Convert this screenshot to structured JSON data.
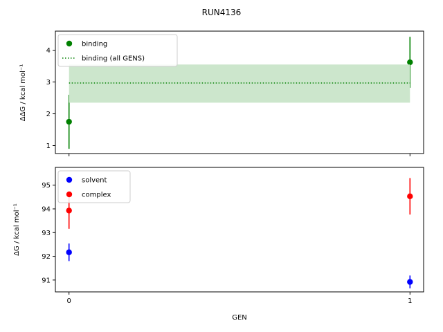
{
  "chart_data": [
    {
      "type": "scatter",
      "title": "RUN4136",
      "xlabel": "",
      "ylabel": "ΔΔG / kcal mol⁻¹",
      "x": [
        0,
        1
      ],
      "xlim": [
        -0.04,
        1.04
      ],
      "ylim": [
        0.75,
        4.6
      ],
      "yticks": [
        1,
        2,
        3,
        4
      ],
      "grid": false,
      "legend_position": "top-left",
      "series": [
        {
          "name": "binding",
          "kind": "points",
          "color": "#008000",
          "values": [
            1.75,
            3.62
          ],
          "errors": [
            0.85,
            0.8
          ]
        },
        {
          "name": "binding (all GENS)",
          "kind": "hline",
          "color": "#008000",
          "band_color": "#cce6cc",
          "value": 2.97,
          "band": [
            2.35,
            3.55
          ],
          "x_range": [
            0,
            1
          ]
        }
      ]
    },
    {
      "type": "scatter",
      "title": "",
      "xlabel": "GEN",
      "ylabel": "ΔG / kcal mol⁻¹",
      "x": [
        0,
        1
      ],
      "xlim": [
        -0.04,
        1.04
      ],
      "ylim": [
        90.5,
        95.75
      ],
      "xticks": [
        0,
        1
      ],
      "yticks": [
        91,
        92,
        93,
        94,
        95
      ],
      "grid": false,
      "legend_position": "top-left",
      "series": [
        {
          "name": "solvent",
          "kind": "points",
          "color": "#0000ff",
          "values": [
            92.17,
            90.92
          ],
          "errors": [
            0.37,
            0.27
          ]
        },
        {
          "name": "complex",
          "kind": "points",
          "color": "#ff0000",
          "values": [
            93.93,
            94.53
          ],
          "errors": [
            0.77,
            0.77
          ]
        }
      ]
    }
  ]
}
